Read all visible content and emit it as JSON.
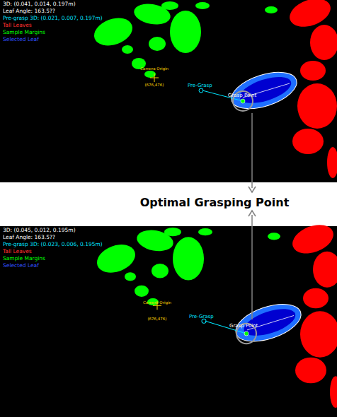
{
  "diagram": {
    "labels": [
      "3D: (0.041, 0.014, 0.197m)",
      "Leaf Angle: 163.5??",
      "Pre-grasp 3D: (0.021, 0.007, 0.197m)",
      "Tall Leaves",
      "Sample Margins",
      "Selected Leaf",
      "Camera Origin",
      "(676,476)",
      "Pre-Grasp",
      "Grasp Point",
      "Optimal Grasping Point",
      "3D: (0.045, 0.012, 0.195m)",
      "Leaf Angle: 163.5??",
      "Pre-grasp 3D: (0.023, 0.006, 0.195m)",
      "Tall Leaves",
      "Sample Margins",
      "Selected Leaf",
      "Camera Origin",
      "(676,476)",
      "Pre-Grasp",
      "Grasp Point"
    ]
  }
}
